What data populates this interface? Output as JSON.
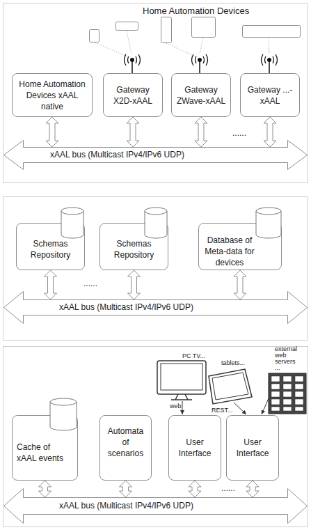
{
  "diagram": {
    "nodes": [
      {
        "text": [
          "Home Automation Devices xAAL native"
        ]
      },
      {
        "text": [
          "Gateway X2D-xAAL"
        ]
      },
      {
        "text": [
          "Gateway ZWave-xAAL"
        ]
      },
      {
        "text": [
          "Gateway ...-xAAL"
        ]
      },
      {
        "text": [
          "xAAL bus (Multicast IPv4/IPv6 UDP)"
        ]
      },
      {
        "text": [
          "Schemas Repository"
        ]
      },
      {
        "text": [
          "Schemas Repository"
        ]
      },
      {
        "text": [
          "Database of Meta-data for devices"
        ]
      },
      {
        "text": [
          "xAAL bus (Multicast IPv4/IPv6 UDP)"
        ]
      },
      {
        "text": [
          "Cache of xAAL events"
        ]
      },
      {
        "text": [
          "Automata of scenarios"
        ]
      },
      {
        "text": [
          "User Interface"
        ]
      },
      {
        "text": [
          "User Interface"
        ]
      },
      {
        "text": [
          "xAAL bus (Multicast IPv4/IPv6 UDP)"
        ]
      }
    ],
    "edges": [
      {
        "from": 0,
        "to": 4,
        "arrow": "both"
      },
      {
        "from": 1,
        "to": 4,
        "arrow": "both"
      },
      {
        "from": 2,
        "to": 4,
        "arrow": "both"
      },
      {
        "from": 3,
        "to": 4,
        "arrow": "both"
      },
      {
        "from": 5,
        "to": 8,
        "arrow": "both"
      },
      {
        "from": 6,
        "to": 8,
        "arrow": "both"
      },
      {
        "from": 7,
        "to": 8,
        "arrow": "both"
      },
      {
        "from": 9,
        "to": 13,
        "arrow": "both"
      },
      {
        "from": 10,
        "to": 13,
        "arrow": "both"
      },
      {
        "from": 11,
        "to": 13,
        "arrow": "both"
      },
      {
        "from": 12,
        "to": 13,
        "arrow": "both"
      }
    ],
    "labels": [
      "Home Automation Devices",
      "......",
      "......",
      "PC TV...",
      "tablets...",
      "external web servers ...",
      "web",
      "REST...",
      "......"
    ]
  }
}
